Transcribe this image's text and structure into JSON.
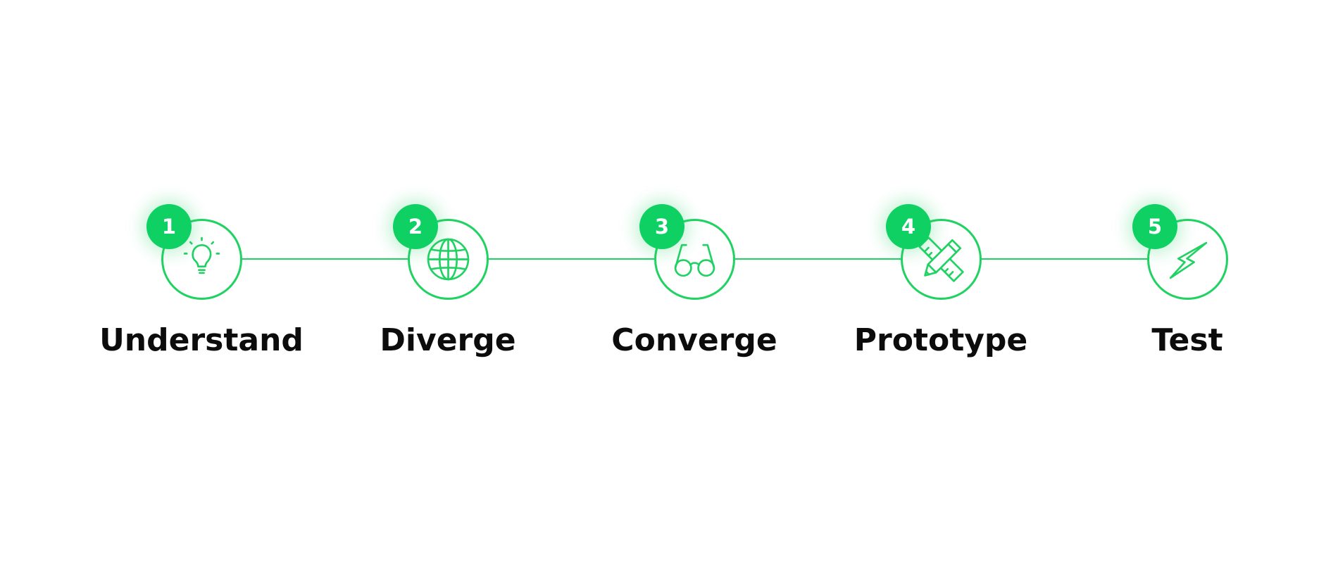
{
  "accent_color": "#1fd262",
  "steps": [
    {
      "number": "1",
      "label": "Understand",
      "icon": "lightbulb-icon"
    },
    {
      "number": "2",
      "label": "Diverge",
      "icon": "globe-icon"
    },
    {
      "number": "3",
      "label": "Converge",
      "icon": "glasses-icon"
    },
    {
      "number": "4",
      "label": "Prototype",
      "icon": "ruler-pencil-icon"
    },
    {
      "number": "5",
      "label": "Test",
      "icon": "lightning-bolt-icon"
    }
  ]
}
